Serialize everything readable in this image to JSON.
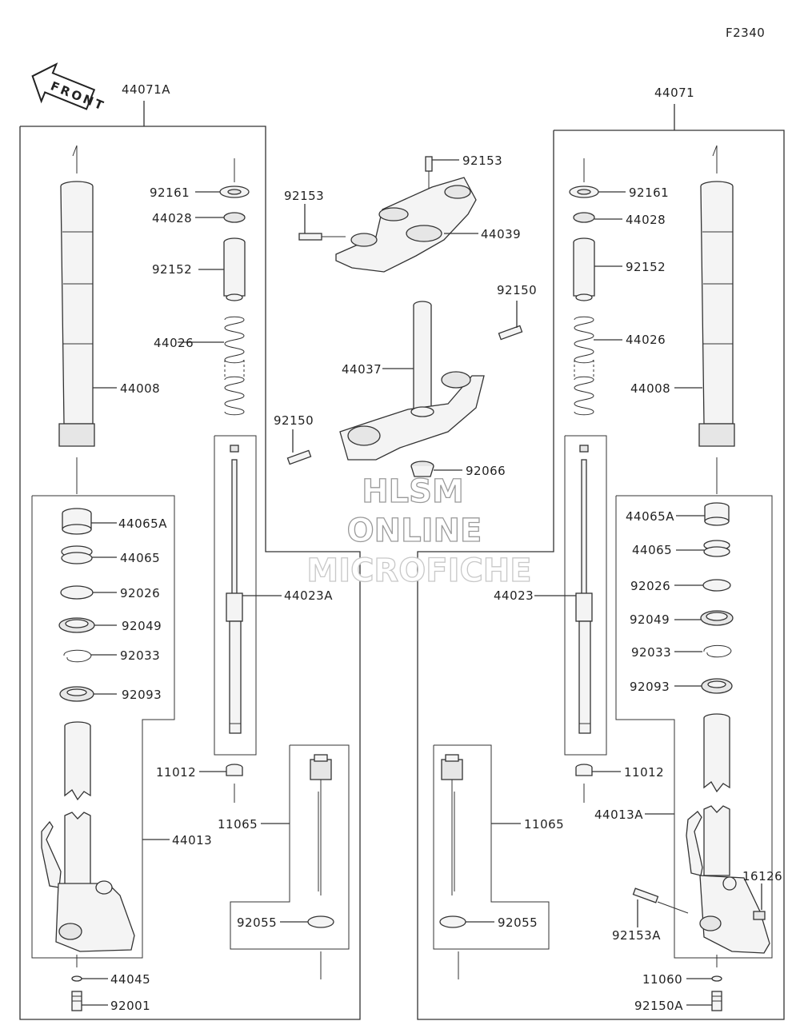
{
  "figure_code": "F2340",
  "front_label": "FRONT",
  "watermark": {
    "line1": "HLSM",
    "line2": "ONLINE",
    "line3": "MICROFICHE"
  },
  "assemblies": {
    "left": "44071A",
    "right": "44071"
  },
  "labels": {
    "l_92161": "92161",
    "l_44028": "44028",
    "l_92152": "92152",
    "l_44026": "44026",
    "l_44008": "44008",
    "l_44065A": "44065A",
    "l_44065": "44065",
    "l_92026": "92026",
    "l_92049": "92049",
    "l_92033": "92033",
    "l_92093": "92093",
    "l_44023A": "44023A",
    "l_11012": "11012",
    "l_11065": "11065",
    "l_44013": "44013",
    "l_92055": "92055",
    "l_44045": "44045",
    "l_92001": "92001",
    "c_92153a": "92153",
    "c_92153b": "92153",
    "c_44039": "44039",
    "c_92150a": "92150",
    "c_44037": "44037",
    "c_92150b": "92150",
    "c_92066": "92066",
    "r_92161": "92161",
    "r_44028": "44028",
    "r_92152": "92152",
    "r_44026": "44026",
    "r_44008": "44008",
    "r_44065A": "44065A",
    "r_44065": "44065",
    "r_92026": "92026",
    "r_92049": "92049",
    "r_92033": "92033",
    "r_92093": "92093",
    "r_44023": "44023",
    "r_11012": "11012",
    "r_11065": "11065",
    "r_44013A": "44013A",
    "r_16126": "16126",
    "r_92153A": "92153A",
    "r_92055": "92055",
    "r_11060": "11060",
    "r_92150A": "92150A"
  }
}
